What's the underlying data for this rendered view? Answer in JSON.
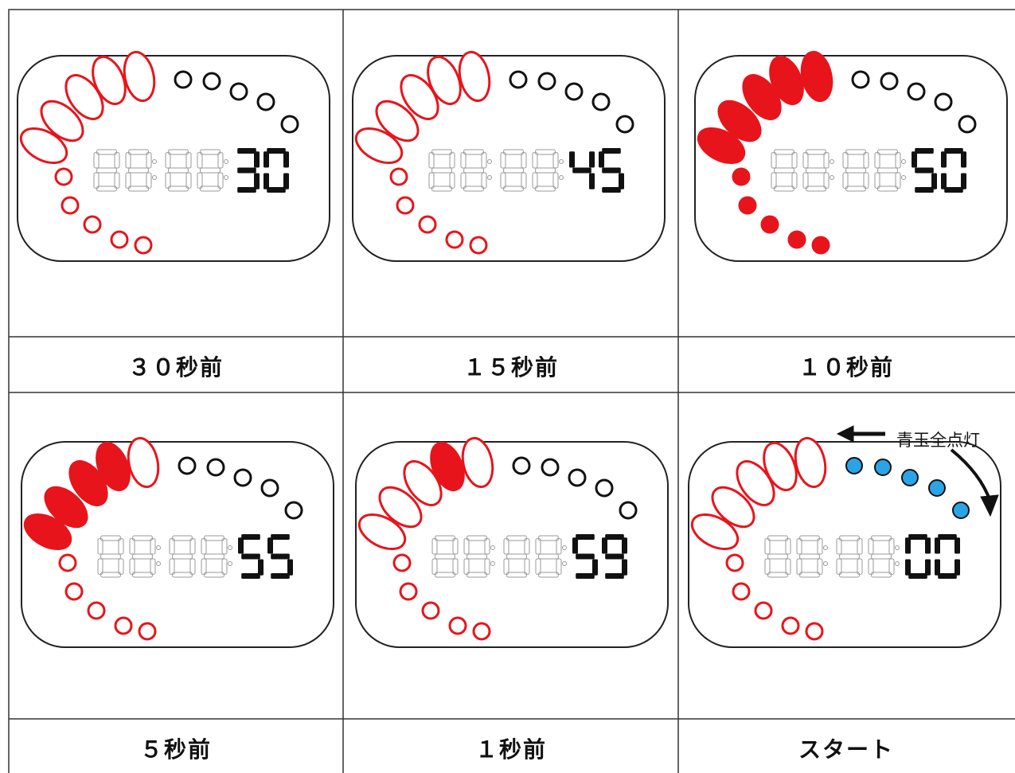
{
  "panels": [
    {
      "caption": "３０秒前",
      "filled": 0,
      "digits": "30",
      "lamps": "black"
    },
    {
      "caption": "１５秒前",
      "filled": 0,
      "digits": "45",
      "lamps": "black"
    },
    {
      "caption": "１０秒前",
      "filled": 9,
      "digits": "50",
      "lamps": "black"
    },
    {
      "caption": "５秒前",
      "filled": 4,
      "digits": "55",
      "lamps": "black"
    },
    {
      "caption": "１秒前",
      "filled": 1,
      "digits": "59",
      "lamps": "black"
    },
    {
      "caption": "スタート",
      "filled": 0,
      "digits": "00",
      "lamps": "blue"
    }
  ],
  "annotation": {
    "text": "青玉全点灯"
  },
  "colors": {
    "red": "#e8141b",
    "blue": "#2aa4e6",
    "black": "#111111",
    "unlit_segment": "#9a9a9a"
  },
  "icons": [
    "arrow-left-icon",
    "curved-arrow-icon"
  ]
}
